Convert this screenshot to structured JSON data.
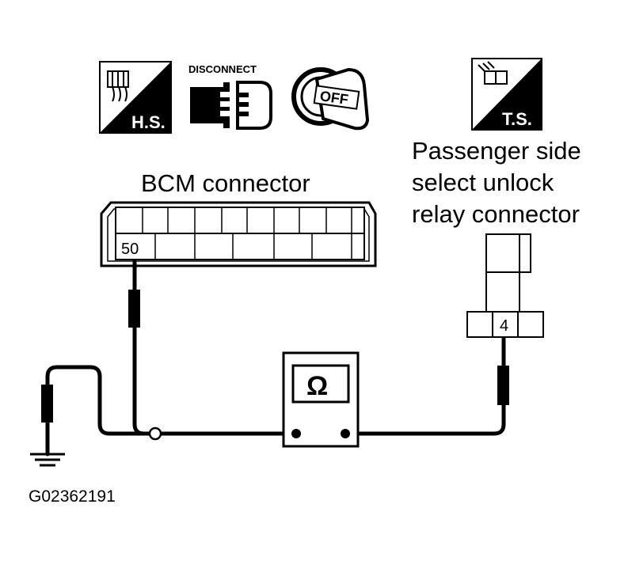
{
  "icons": {
    "harness_side": {
      "label": "H.S.",
      "icon": "harness-side-connector-icon"
    },
    "disconnect": {
      "label": "DISCONNECT",
      "icon": "disconnect-connector-icon"
    },
    "ignition": {
      "label": "OFF",
      "icon": "ignition-key-off-icon"
    },
    "terminal_side": {
      "label": "T.S.",
      "icon": "terminal-side-connector-icon"
    }
  },
  "bcm": {
    "title": "BCM connector",
    "pin": "50"
  },
  "relay": {
    "title_line1": "Passenger side",
    "title_line2": "select unlock",
    "title_line3": "relay connector",
    "pin": "4"
  },
  "meter": {
    "symbol": "Ω",
    "icon": "ohmmeter-icon"
  },
  "ground": {
    "icon": "ground-symbol-icon"
  },
  "figure_id": "G02362191"
}
